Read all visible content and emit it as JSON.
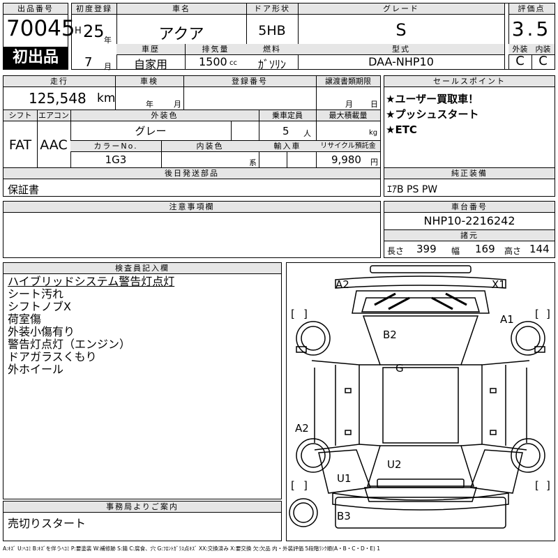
{
  "header": {
    "lot_no_label": "出品番号",
    "lot_no": "70045",
    "first_listing": "初出品",
    "reg_label": "初度登録",
    "era": "H",
    "reg_year": "25",
    "year_unit": "年",
    "reg_month": "7",
    "month_unit": "月",
    "name_label": "車名",
    "name": "アクア",
    "door_label": "ドア形状",
    "door": "5HB",
    "grade_label": "グレード",
    "grade": "S",
    "score_label": "評価点",
    "score": "3.5",
    "history_label": "車歴",
    "history": "自家用",
    "disp_label": "排気量",
    "disp": "1500",
    "disp_unit": "cc",
    "fuel_label": "燃料",
    "fuel": "ｶﾞｿﾘﾝ",
    "model_label": "型式",
    "model": "DAA-NHP10",
    "ext_label": "外装",
    "ext": "C",
    "int_label": "内装",
    "int": "C"
  },
  "details": {
    "mileage_label": "走行",
    "mileage": "125,548",
    "mileage_unit": "km",
    "inspection_label": "車検",
    "insp_year_unit": "年",
    "insp_month_unit": "月",
    "plate_label": "登録番号",
    "transfer_label": "譲渡書類期限",
    "transfer_month_unit": "月",
    "transfer_day_unit": "日",
    "shift_label": "シフト",
    "shift": "FAT",
    "ac_label": "エアコン",
    "ac": "AAC",
    "color_label": "外装色",
    "color": "グレー",
    "capacity_label": "乗車定員",
    "capacity": "5",
    "capacity_unit": "人",
    "load_label": "最大積載量",
    "load_unit": "kg",
    "color_no_label": "カラーNo.",
    "color_no": "1G3",
    "int_color_label": "内装色",
    "int_color_unit": "系",
    "import_label": "輸入車",
    "recycle_label": "リサイクル預託金",
    "recycle": "9,980",
    "recycle_unit": "円",
    "parts_label": "後日発送部品",
    "parts": "保証書",
    "notes_label": "注意事項欄"
  },
  "sales": {
    "label": "セールスポイント",
    "points": [
      "★ユーザー買取車！",
      "★プッシュスタート",
      "★ETC"
    ]
  },
  "equipment": {
    "label": "純正装備",
    "value": "ｴｱB PS PW"
  },
  "chassis": {
    "label": "車台番号",
    "value": "NHP10-2216242",
    "spec_label": "諸元",
    "length_label": "長さ",
    "length": "399",
    "width_label": "幅",
    "width": "169",
    "height_label": "高さ",
    "height": "144"
  },
  "inspector": {
    "label": "検査員記入欄",
    "lines": [
      "ハイブリッドシステム警告灯点灯",
      "シート汚れ",
      "シフトノブX",
      "荷室傷",
      "外装小傷有り",
      "警告灯点灯（エンジン）",
      "ドアガラスくもり",
      "外ホイール"
    ]
  },
  "office": {
    "label": "事務局よりご案内",
    "value": "売切りスタート"
  },
  "diagram": {
    "marks": [
      "A2",
      "X1",
      "A1",
      "B2",
      "G",
      "A2",
      "U2",
      "U1",
      "B3"
    ],
    "bracket_open": "[",
    "bracket_close": "]"
  },
  "legend": "A:ｷｽﾞ U:ﾍｺﾐ B:ｷｽﾞを伴うﾍｺﾐ P:要塗装 W:補修跡 S:錆 C:腐食、穴 G:ﾌﾛﾝﾄｶﾞﾗｽ点ｷｽﾞ XX:交換済み X:要交換 欠:欠品 内・外装評価 5段階ﾗﾝｸ順(A・B・C・D・E) 1"
}
